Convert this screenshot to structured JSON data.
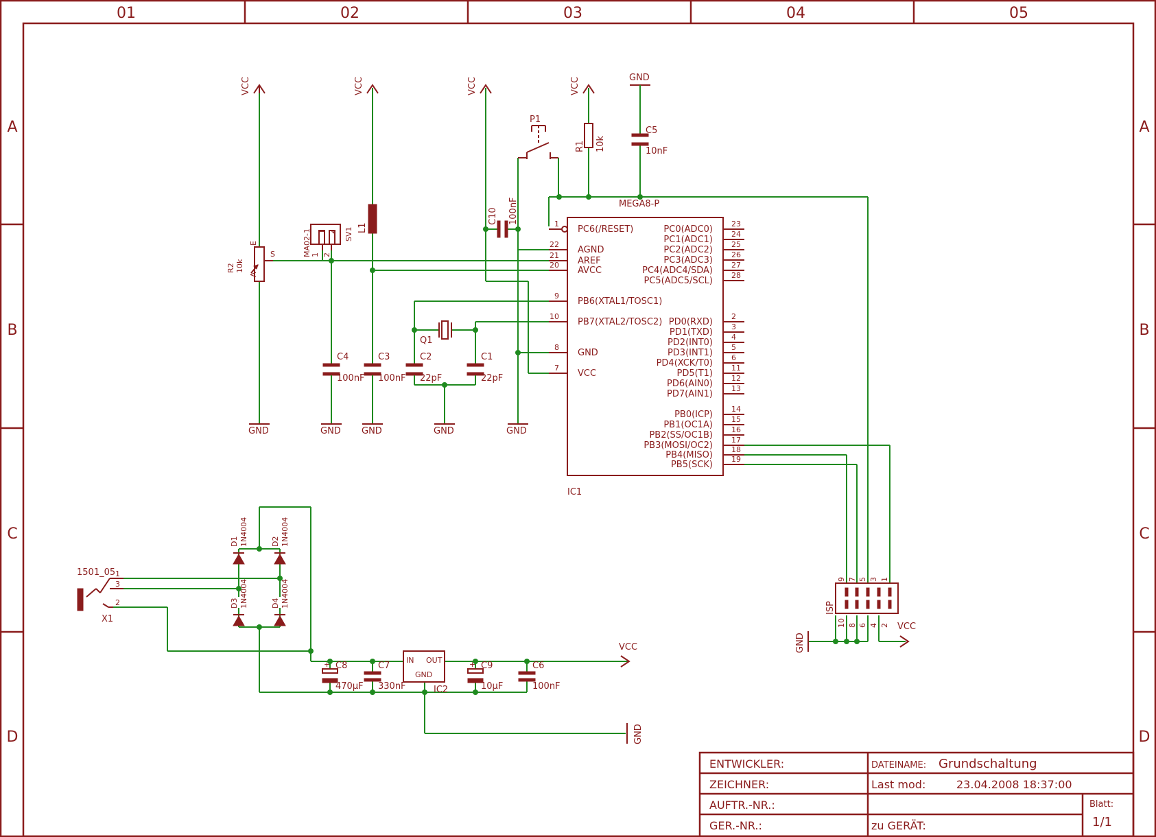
{
  "grid": {
    "columns": [
      "01",
      "02",
      "03",
      "04",
      "05"
    ],
    "rows": [
      "A",
      "B",
      "C",
      "D"
    ]
  },
  "labels": {
    "vcc": "VCC",
    "gnd": "GND",
    "r2_name": "R2",
    "r2_value": "10k",
    "r2_pin_e": "E",
    "r2_pin_a": "A",
    "r2_pin_s": "S",
    "sv1_part": "MA02-1",
    "sv1_name": "SV1",
    "sv1_pin1": "1",
    "sv1_pin2": "2",
    "l1_name": "L1",
    "c10_name": "C10",
    "c10_value": "100nF",
    "p1_name": "P1",
    "r1_name": "R1",
    "r1_value": "10k",
    "c5_name": "C5",
    "c5_value": "10nF",
    "mcu_part": "MEGA8-P",
    "mcu_name": "IC1",
    "q1_name": "Q1",
    "c4_name": "C4",
    "c4_value": "100nF",
    "c3_name": "C3",
    "c3_value": "100nF",
    "c2_name": "C2",
    "c2_value": "22pF",
    "c1_name": "C1",
    "c1_value": "22pF",
    "d1_name": "D1",
    "d2_name": "D2",
    "d3_name": "D3",
    "d4_name": "D4",
    "diode_value": "1N4004",
    "jack_part": "1501_05",
    "jack_name": "X1",
    "jack_pin1": "1",
    "jack_pin3": "3",
    "jack_pin2": "2",
    "c8_name": "C8",
    "c8_value": "470µF",
    "c7_name": "C7",
    "c7_value": "330nF",
    "ic2_name": "IC2",
    "ic2_in": "IN",
    "ic2_out": "OUT",
    "ic2_gnd": "GND",
    "c9_name": "C9",
    "c9_value": "10µF",
    "c6_name": "C6",
    "c6_value": "100nF",
    "isp_name": "ISP",
    "isp_top_pins": [
      "9",
      "7",
      "5",
      "3",
      "1"
    ],
    "isp_bottom_pins": [
      "10",
      "8",
      "6",
      "4",
      "2"
    ]
  },
  "mcu_left": [
    {
      "num": "1",
      "name": "PC6(/RESET)"
    },
    {
      "num": "22",
      "name": "AGND"
    },
    {
      "num": "21",
      "name": "AREF"
    },
    {
      "num": "20",
      "name": "AVCC"
    },
    {
      "num": "9",
      "name": "PB6(XTAL1/TOSC1)"
    },
    {
      "num": "10",
      "name": "PB7(XTAL2/TOSC2)"
    },
    {
      "num": "8",
      "name": "GND"
    },
    {
      "num": "7",
      "name": "VCC"
    }
  ],
  "mcu_right": [
    {
      "num": "23",
      "name": "PC0(ADC0)"
    },
    {
      "num": "24",
      "name": "PC1(ADC1)"
    },
    {
      "num": "25",
      "name": "PC2(ADC2)"
    },
    {
      "num": "26",
      "name": "PC3(ADC3)"
    },
    {
      "num": "27",
      "name": "PC4(ADC4/SDA)"
    },
    {
      "num": "28",
      "name": "PC5(ADC5/SCL)"
    },
    {
      "num": "2",
      "name": "PD0(RXD)"
    },
    {
      "num": "3",
      "name": "PD1(TXD)"
    },
    {
      "num": "4",
      "name": "PD2(INT0)"
    },
    {
      "num": "5",
      "name": "PD3(INT1)"
    },
    {
      "num": "6",
      "name": "PD4(XCK/T0)"
    },
    {
      "num": "11",
      "name": "PD5(T1)"
    },
    {
      "num": "12",
      "name": "PD6(AIN0)"
    },
    {
      "num": "13",
      "name": "PD7(AIN1)"
    },
    {
      "num": "14",
      "name": "PB0(ICP)"
    },
    {
      "num": "15",
      "name": "PB1(OC1A)"
    },
    {
      "num": "16",
      "name": "PB2(SS/OC1B)"
    },
    {
      "num": "17",
      "name": "PB3(MOSI/OC2)"
    },
    {
      "num": "18",
      "name": "PB4(MISO)"
    },
    {
      "num": "19",
      "name": "PB5(SCK)"
    }
  ],
  "title_block": {
    "entwickler": "ENTWICKLER:",
    "zeichner": "ZEICHNER:",
    "auftr": "AUFTR.-NR.:",
    "ger": "GER.-NR.:",
    "dateiname_label": "DATEINAME:",
    "dateiname_value": "Grundschaltung",
    "lastmod_label": "Last mod:",
    "lastmod_value": "23.04.2008 18:37:00",
    "zu_geraet": "zu GERÄT:",
    "blatt_label": "Blatt:",
    "blatt_value": "1/1"
  }
}
